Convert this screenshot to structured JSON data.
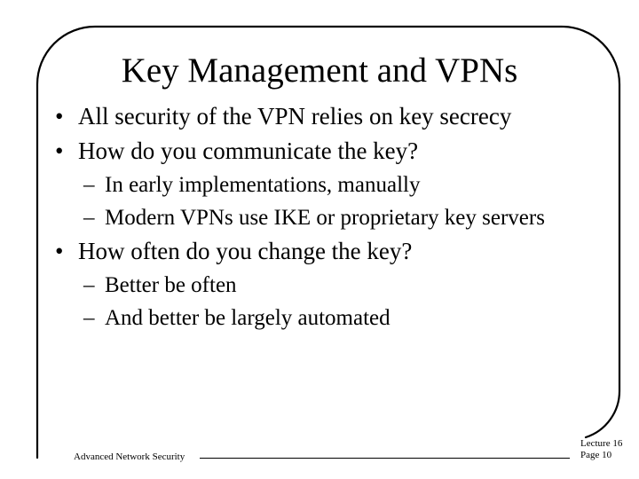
{
  "slide": {
    "title": "Key Management and VPNs",
    "bullets": [
      {
        "level": 1,
        "marker": "•",
        "text": "All security of the VPN relies on key secrecy"
      },
      {
        "level": 1,
        "marker": "•",
        "text": "How do you communicate the key?"
      },
      {
        "level": 2,
        "marker": "–",
        "text": "In early implementations, manually"
      },
      {
        "level": 2,
        "marker": "–",
        "text": "Modern VPNs use IKE or proprietary key servers"
      },
      {
        "level": 1,
        "marker": "•",
        "text": "How often do you change the key?"
      },
      {
        "level": 2,
        "marker": "–",
        "text": "Better be often"
      },
      {
        "level": 2,
        "marker": "–",
        "text": "And better be largely automated"
      }
    ],
    "footer": {
      "course": "Advanced Network Security",
      "lecture": "Lecture 16",
      "page": "Page 10"
    },
    "colors": {
      "background": "#ffffff",
      "text": "#000000",
      "border": "#000000"
    }
  }
}
